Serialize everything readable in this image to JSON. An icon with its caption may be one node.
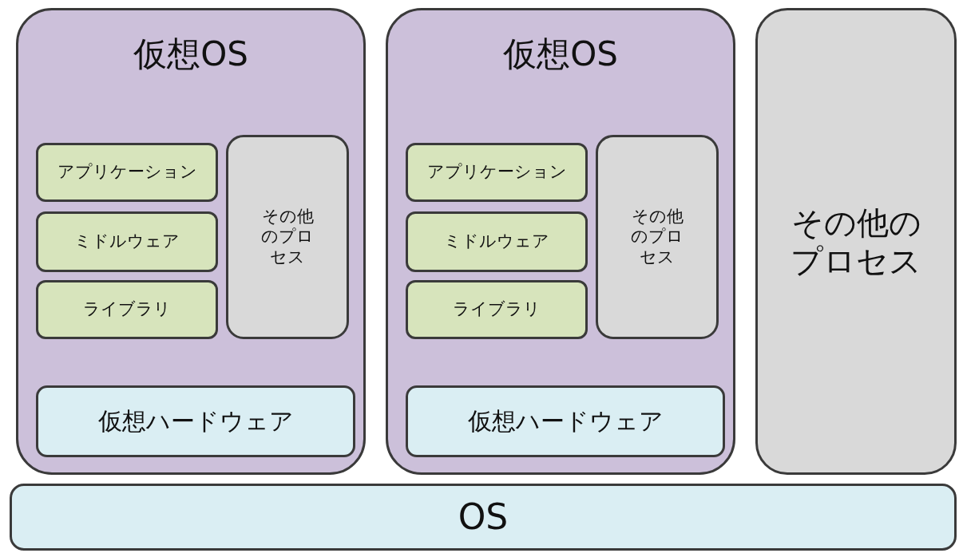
{
  "diagram": {
    "nodes": [
      {
        "text": [
          "仮想OS"
        ]
      },
      {
        "text": [
          "アプリケーション"
        ],
        "in": 0
      },
      {
        "text": [
          "ミドルウェア"
        ],
        "in": 0
      },
      {
        "text": [
          "ライブラリ"
        ],
        "in": 0
      },
      {
        "text": [
          "その他のプロセス"
        ],
        "in": 0
      },
      {
        "text": [
          "仮想ハードウェア"
        ],
        "in": 0
      },
      {
        "text": [
          "仮想OS"
        ]
      },
      {
        "text": [
          "アプリケーション"
        ],
        "in": 6
      },
      {
        "text": [
          "ミドルウェア"
        ],
        "in": 6
      },
      {
        "text": [
          "ライブラリ"
        ],
        "in": 6
      },
      {
        "text": [
          "その他のプロセス"
        ],
        "in": 6
      },
      {
        "text": [
          "仮想ハードウェア"
        ],
        "in": 6
      },
      {
        "text": [
          "その他のプロセス"
        ]
      },
      {
        "text": [
          "OS"
        ]
      }
    ]
  }
}
